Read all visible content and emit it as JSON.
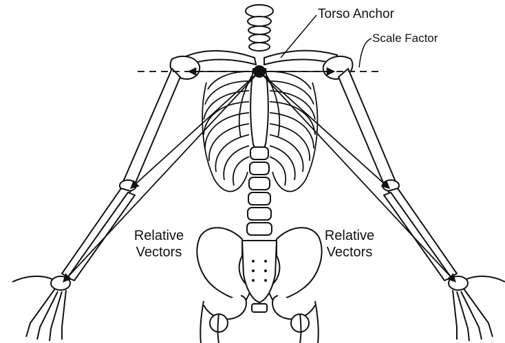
{
  "labels": {
    "torso_anchor": "Torso Anchor",
    "scale_factor": "Scale Factor",
    "relative_vectors_left": [
      "Relative",
      "Vectors"
    ],
    "relative_vectors_right": [
      "Relative",
      "Vectors"
    ]
  },
  "colors": {
    "ink": "#111111",
    "background": "#ffffff",
    "dashed_line": "#222222"
  }
}
